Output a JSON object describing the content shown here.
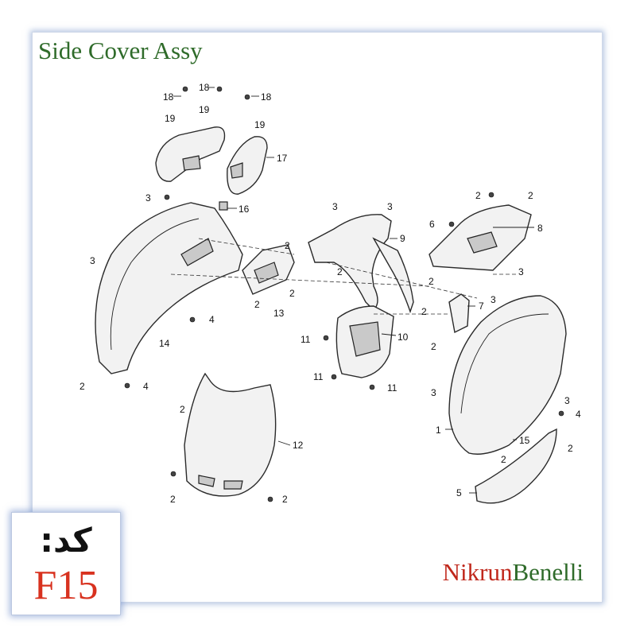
{
  "title": "Side Cover Assy",
  "brand": {
    "part1": "Nikrun",
    "part2": "Benelli"
  },
  "code": {
    "label": "کد:",
    "value": "F15"
  },
  "callouts": {
    "c1": "1",
    "c2": "2",
    "c3": "3",
    "c4": "4",
    "c5": "5",
    "c6": "6",
    "c7": "7",
    "c8": "8",
    "c9": "9",
    "c10": "10",
    "c11": "11",
    "c12": "12",
    "c13": "13",
    "c14": "14",
    "c15": "15",
    "c16": "16",
    "c17": "17",
    "c18": "18",
    "c19": "19"
  }
}
